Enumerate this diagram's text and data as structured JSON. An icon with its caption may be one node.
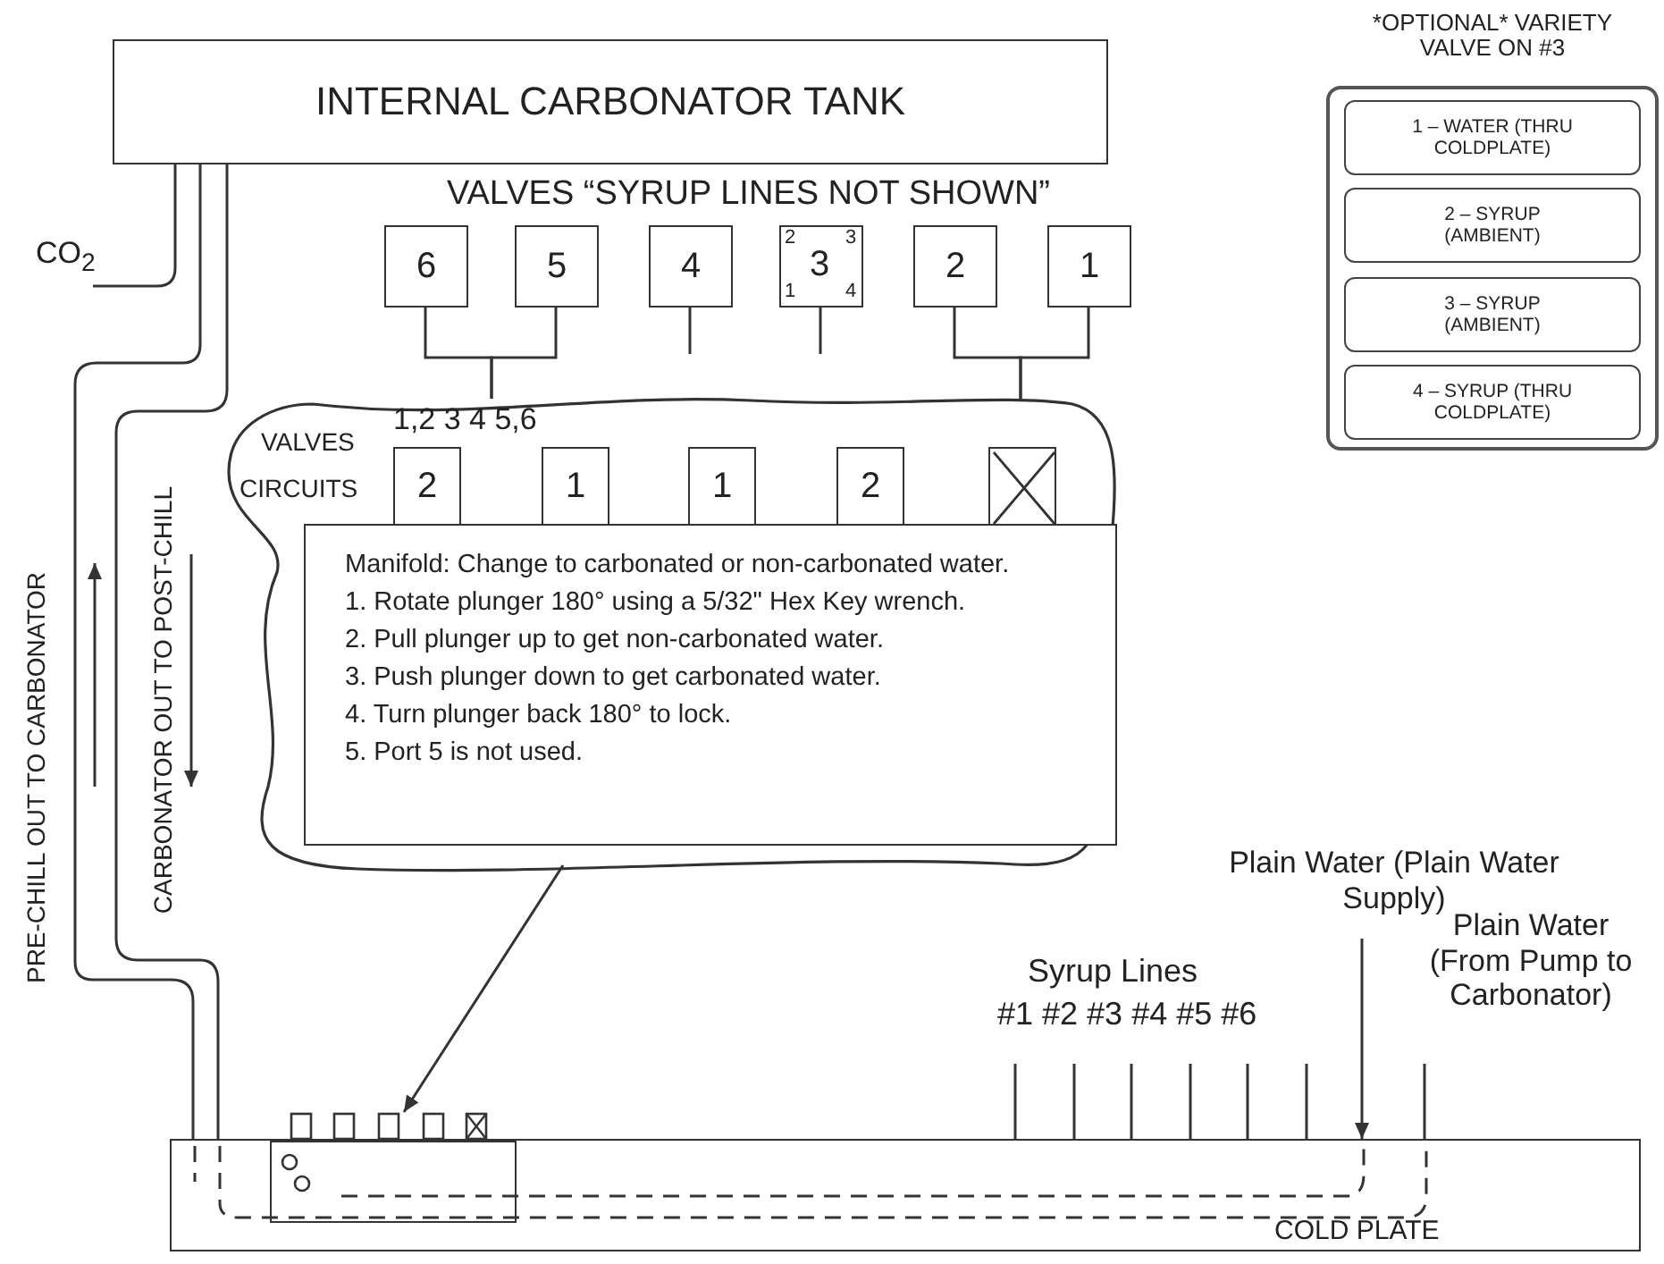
{
  "diagram": {
    "nodes": [
      {
        "text": [
          "INTERNAL CARBONATOR TANK"
        ]
      },
      {
        "text": [
          "6"
        ]
      },
      {
        "text": [
          "5"
        ]
      },
      {
        "text": [
          "4"
        ]
      },
      {
        "text": [
          "2",
          "3",
          "3",
          "1",
          "4"
        ]
      },
      {
        "text": [
          "2"
        ]
      },
      {
        "text": [
          "1"
        ]
      },
      {
        "text": [
          "1,2 3 4 5,6",
          "VALVES",
          "CIRCUITS"
        ]
      },
      {
        "text": [
          "2"
        ],
        "in": 7
      },
      {
        "text": [
          "1"
        ],
        "in": 7
      },
      {
        "text": [
          "1"
        ],
        "in": 7
      },
      {
        "text": [
          "2"
        ],
        "in": 7
      },
      {
        "text": [],
        "shape": "box",
        "in": 7
      },
      {
        "text": [
          "Manifold: Change to carbonated or non-carbonated water.",
          "1. Rotate plunger 180° using a 5/32\" Hex Key wrench.",
          "2. Pull plunger up to get non-carbonated water.",
          "3. Push plunger down to get carbonated water.",
          "4. Turn plunger back 180° to lock.",
          "5. Port 5 is not used."
        ],
        "in": 7
      },
      {
        "text": [
          "COLD PLATE"
        ]
      },
      {
        "text": [],
        "shape": "box",
        "in": 14
      },
      {
        "text": [
          "*OPTIONAL* VARIETY VALVE ON #3"
        ]
      },
      {
        "text": [
          "1 – WATER (THRU COLDPLATE)"
        ],
        "in": 16
      },
      {
        "text": [
          "2 – SYRUP (AMBIENT)"
        ],
        "in": 16
      },
      {
        "text": [
          "3 – SYRUP (AMBIENT)"
        ],
        "in": 16
      },
      {
        "text": [
          "4 – SYRUP (THRU COLDPLATE)"
        ],
        "in": 16
      }
    ],
    "edges": [
      {
        "from": null,
        "to": 0,
        "arrow": "none",
        "label": "CO$_{2}$"
      },
      {
        "from": 14,
        "to": 0,
        "arrow": "none",
        "label": "PRE-CHILL OUT TO CARBONATOR"
      },
      {
        "from": 0,
        "to": 14,
        "arrow": "none",
        "label": "CARBONATOR OUT TO POST-CHILL"
      },
      {
        "from": 1,
        "to": 7,
        "arrow": "none"
      },
      {
        "from": 2,
        "to": 7,
        "arrow": "none"
      },
      {
        "from": 3,
        "to": null,
        "arrow": "none"
      },
      {
        "from": 4,
        "to": null,
        "arrow": "none"
      },
      {
        "from": 5,
        "to": 7,
        "arrow": "none"
      },
      {
        "from": 6,
        "to": 7,
        "arrow": "none"
      },
      {
        "from": 7,
        "to": 15,
        "arrow": "to"
      },
      {
        "from": null,
        "to": 14,
        "arrow": "none"
      },
      {
        "from": null,
        "to": 14,
        "arrow": "none"
      },
      {
        "from": null,
        "to": 14,
        "arrow": "none"
      },
      {
        "from": null,
        "to": 14,
        "arrow": "none"
      },
      {
        "from": null,
        "to": 14,
        "arrow": "none"
      },
      {
        "from": null,
        "to": 14,
        "arrow": "none"
      },
      {
        "from": null,
        "to": 14,
        "arrow": "to",
        "label": "Plain Water (Plain Water Supply)"
      },
      {
        "from": null,
        "to": 14,
        "arrow": "none",
        "label": "Plain Water (From Pump to Carbonator)"
      }
    ],
    "labels": [
      "VALVES “SYRUP LINES NOT SHOWN”",
      "Syrup Lines",
      "#1 #2 #3 #4 #5 #6"
    ]
  }
}
